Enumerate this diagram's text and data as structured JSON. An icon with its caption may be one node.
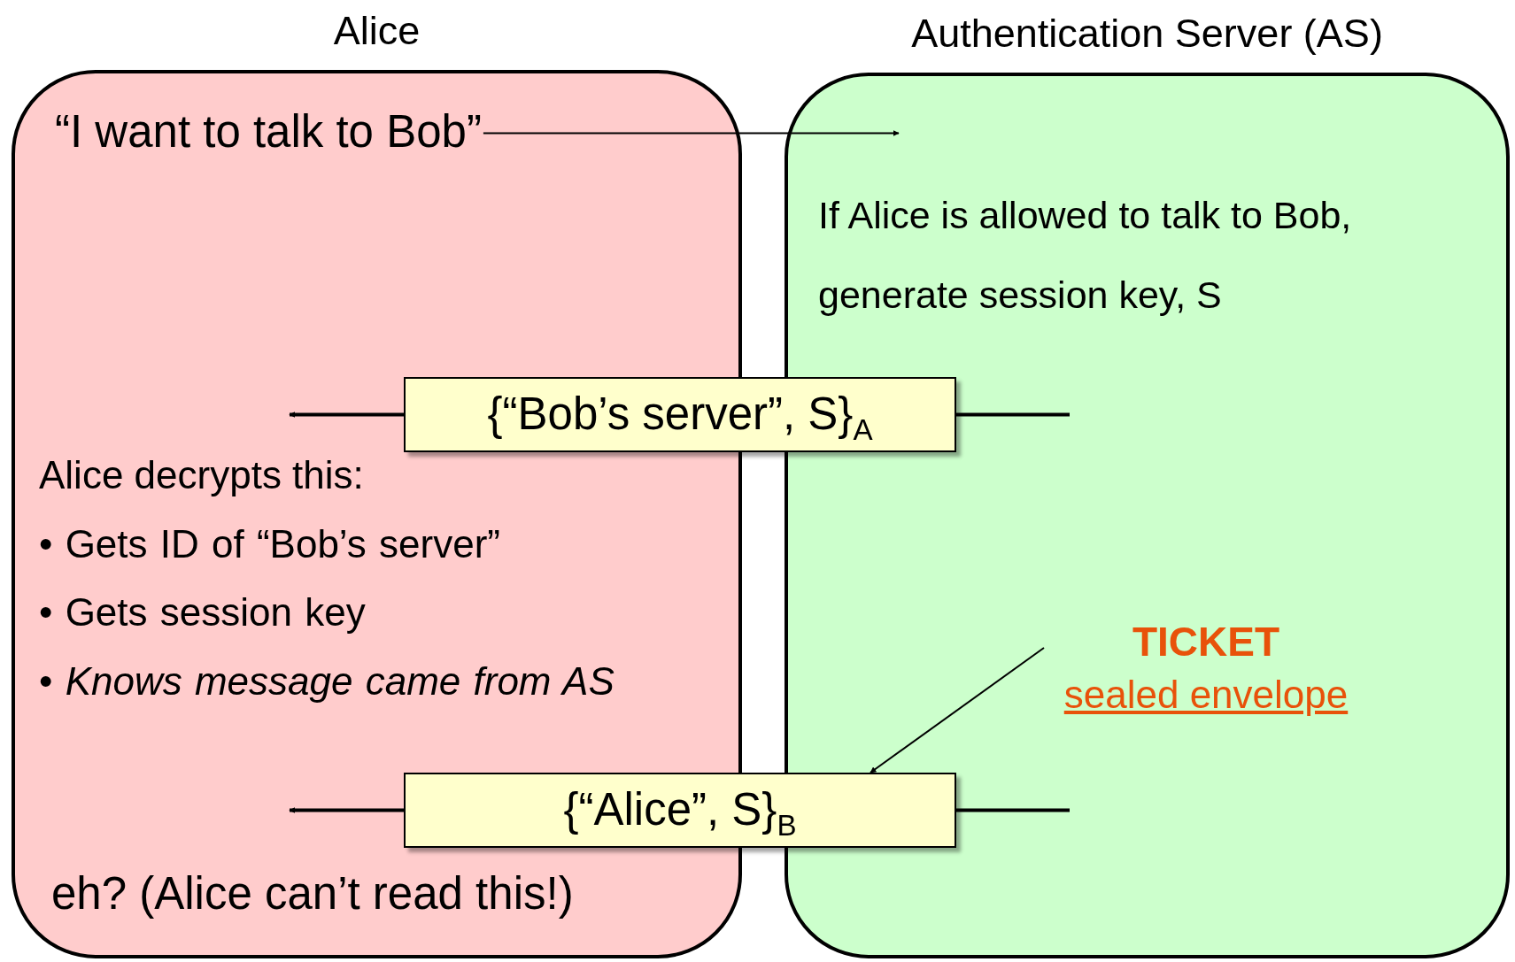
{
  "diagram": {
    "nodes": [
      {
        "text": [
          "Alice"
        ]
      },
      {
        "text": [
          "Authentication Server (AS)"
        ]
      },
      {
        "text": [
          "“I want to talk to Bob”"
        ],
        "in": 0
      },
      {
        "text": [
          "If Alice is allowed to talk to Bob, generate session key, S"
        ],
        "in": 1
      },
      {
        "text": [
          "{“Bob’s server”, S}$_{A}$"
        ]
      },
      {
        "text": [
          "TICKET",
          "sealed envelope"
        ],
        "in": 1
      },
      {
        "text": [
          "{“Alice”, S}$_{B}$"
        ]
      }
    ],
    "edges": [
      {
        "from": 2,
        "to": 1,
        "arrow": "to"
      },
      {
        "from": null,
        "to": 4,
        "arrow": "none"
      },
      {
        "from": 4,
        "to": null,
        "arrow": "to"
      },
      {
        "from": 5,
        "to": 6,
        "arrow": "to"
      },
      {
        "from": null,
        "to": 6,
        "arrow": "none"
      },
      {
        "from": 6,
        "to": null,
        "arrow": "to"
      }
    ],
    "labels": [
      "Alice decrypts this:",
      "• Gets ID of “Bob’s server”",
      "• Gets session key",
      "• *Knows message came from AS*",
      "eh? (Alice can’t read this!)"
    ]
  }
}
